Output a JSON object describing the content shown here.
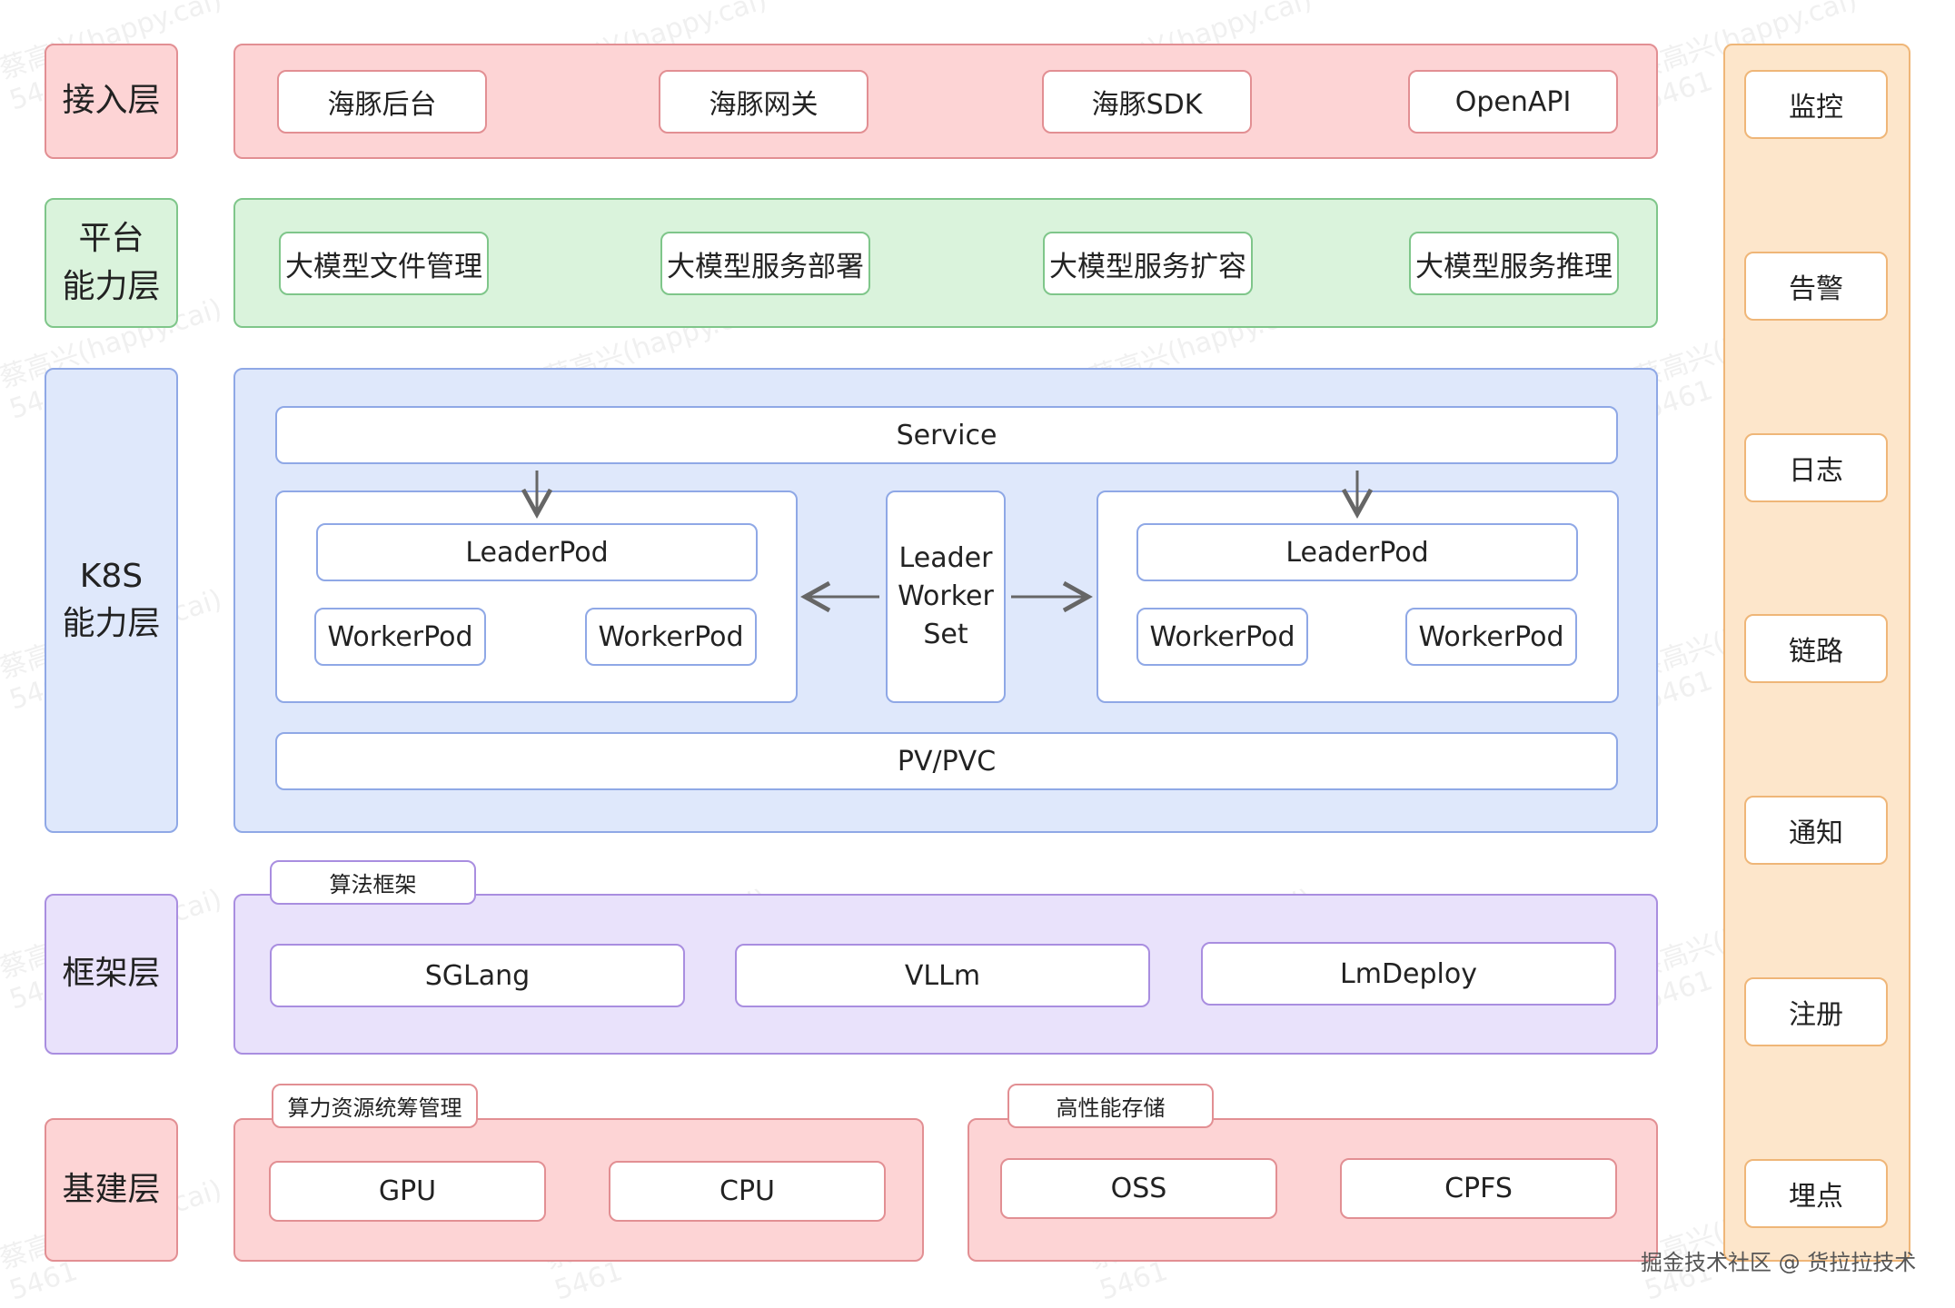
{
  "colors": {
    "access": "#fdd4d5",
    "platform": "#daf3dc",
    "k8s": "#dfe8fb",
    "framework": "#e9e2fb",
    "infra": "#fdd4d5",
    "ops": "#fde6cb"
  },
  "layers": {
    "access": "接入层",
    "platform": "平台\n能力层",
    "k8s": "K8S\n能力层",
    "framework": "框架层",
    "infra": "基建层"
  },
  "access": [
    "海豚后台",
    "海豚网关",
    "海豚SDK",
    "OpenAPI"
  ],
  "platform": [
    "大模型文件管理",
    "大模型服务部署",
    "大模型服务扩容",
    "大模型服务推理"
  ],
  "k8s": {
    "service": "Service",
    "left_group": {
      "leader": "LeaderPod",
      "worker_a": "WorkerPod",
      "worker_b": "WorkerPod"
    },
    "lws": "Leader\nWorker\nSet",
    "right_group": {
      "leader": "LeaderPod",
      "worker_a": "WorkerPod",
      "worker_b": "WorkerPod"
    },
    "storage": "PV/PVC"
  },
  "framework": {
    "tag": "算法框架",
    "items": [
      "SGLang",
      "VLLm",
      "LmDeploy"
    ]
  },
  "infra": {
    "compute": {
      "tag": "算力资源统筹管理",
      "items": [
        "GPU",
        "CPU"
      ]
    },
    "storage": {
      "tag": "高性能存储",
      "items": [
        "OSS",
        "CPFS"
      ]
    }
  },
  "ops": [
    "监控",
    "告警",
    "日志",
    "链路",
    "通知",
    "注册",
    "埋点"
  ],
  "watermark": {
    "line1": "蔡高兴(happy.cai)",
    "line2": "5461"
  },
  "footer": "掘金技术社区 @ 货拉拉技术"
}
